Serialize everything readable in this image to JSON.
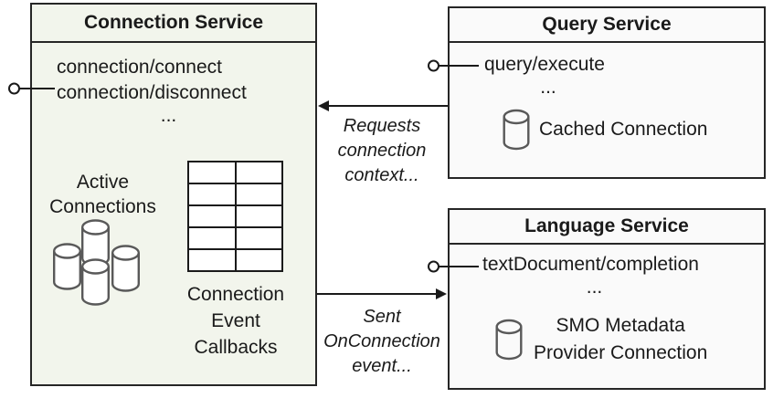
{
  "connection_service": {
    "title": "Connection Service",
    "methods": [
      "connection/connect",
      "connection/disconnect"
    ],
    "ellipsis": "...",
    "active_connections": [
      "Active",
      "Connections"
    ],
    "callbacks_label": [
      "Connection",
      "Event",
      "Callbacks"
    ]
  },
  "query_service": {
    "title": "Query Service",
    "methods": [
      "query/execute"
    ],
    "ellipsis": "...",
    "cached_connection": "Cached Connection"
  },
  "language_service": {
    "title": "Language Service",
    "methods": [
      "textDocument/completion"
    ],
    "ellipsis": "...",
    "smo_connection": [
      "SMO Metadata",
      "Provider Connection"
    ]
  },
  "arrows": {
    "requests_label": [
      "Requests",
      "connection",
      "context..."
    ],
    "sent_label": [
      "Sent",
      "OnConnection",
      "event..."
    ]
  },
  "colors": {
    "connection_box_fill": "#f2f5ec",
    "service_box_fill": "#fafafa",
    "border": "#262626",
    "icon_stroke": "#595959",
    "text": "#1a1a1a"
  }
}
